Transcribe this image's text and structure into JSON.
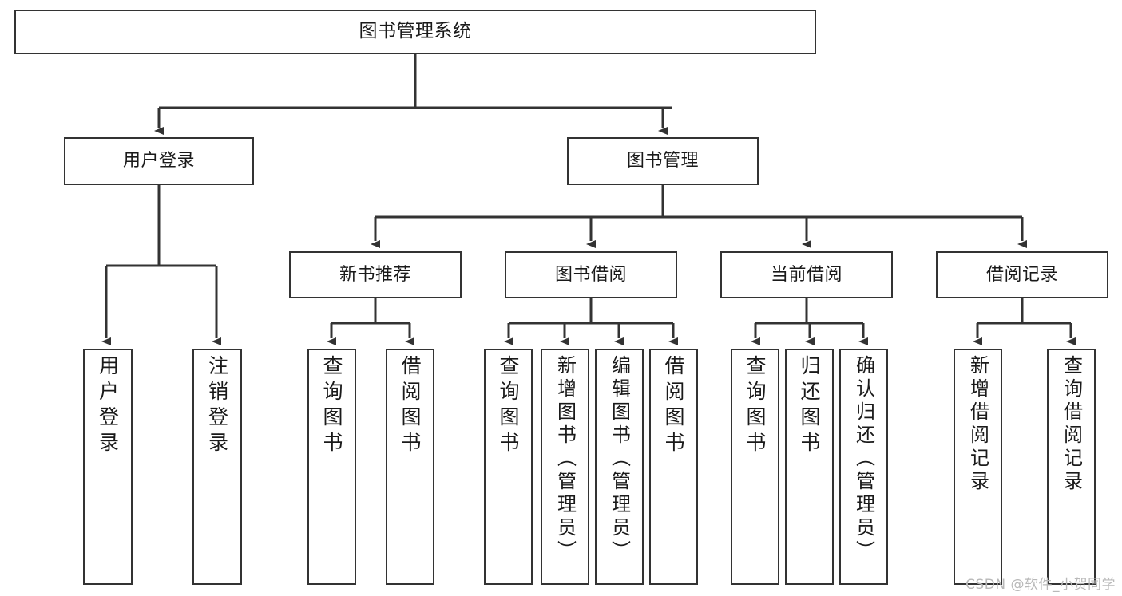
{
  "diagram": {
    "title": "图书管理系统",
    "type": "tree",
    "colors": {
      "background": "#ffffff",
      "node_border": "#333333",
      "node_fill": "#ffffff",
      "edge": "#333333",
      "text": "#1a1a1a",
      "watermark": "#b9b9b9"
    },
    "levels": {
      "root": "图书管理系统",
      "level2": [
        "用户登录",
        "图书管理"
      ],
      "level3": [
        "新书推荐",
        "图书借阅",
        "当前借阅",
        "借阅记录"
      ]
    }
  },
  "nodes": {
    "root": {
      "label": "图书管理系统"
    },
    "user_login": {
      "label": "用户登录"
    },
    "book_manage": {
      "label": "图书管理"
    },
    "new_book_rec": {
      "label": "新书推荐"
    },
    "book_borrow": {
      "label": "图书借阅"
    },
    "current_borrow": {
      "label": "当前借阅"
    },
    "borrow_record": {
      "label": "借阅记录"
    }
  },
  "leaves": {
    "user_login": [
      {
        "label": "用户登录"
      },
      {
        "label": "注销登录"
      }
    ],
    "new_book_rec": [
      {
        "label": "查询图书"
      },
      {
        "label": "借阅图书"
      }
    ],
    "book_borrow": [
      {
        "label": "查询图书"
      },
      {
        "label": "新增图书（管理员）"
      },
      {
        "label": "编辑图书（管理员）"
      },
      {
        "label": "借阅图书"
      }
    ],
    "current_borrow": [
      {
        "label": "查询图书"
      },
      {
        "label": "归还图书"
      },
      {
        "label": "确认归还（管理员）"
      }
    ],
    "borrow_record": [
      {
        "label": "新增借阅记录"
      },
      {
        "label": "查询借阅记录"
      }
    ]
  },
  "watermark": {
    "text": "CSDN @软件_小贺同学"
  }
}
